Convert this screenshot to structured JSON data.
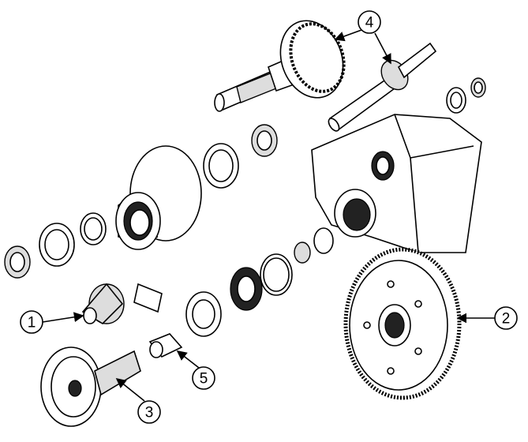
{
  "diagram": {
    "type": "exploded-parts-view",
    "callouts": [
      {
        "label": "1"
      },
      {
        "label": "2"
      },
      {
        "label": "3"
      },
      {
        "label": "4"
      },
      {
        "label": "5"
      }
    ]
  }
}
